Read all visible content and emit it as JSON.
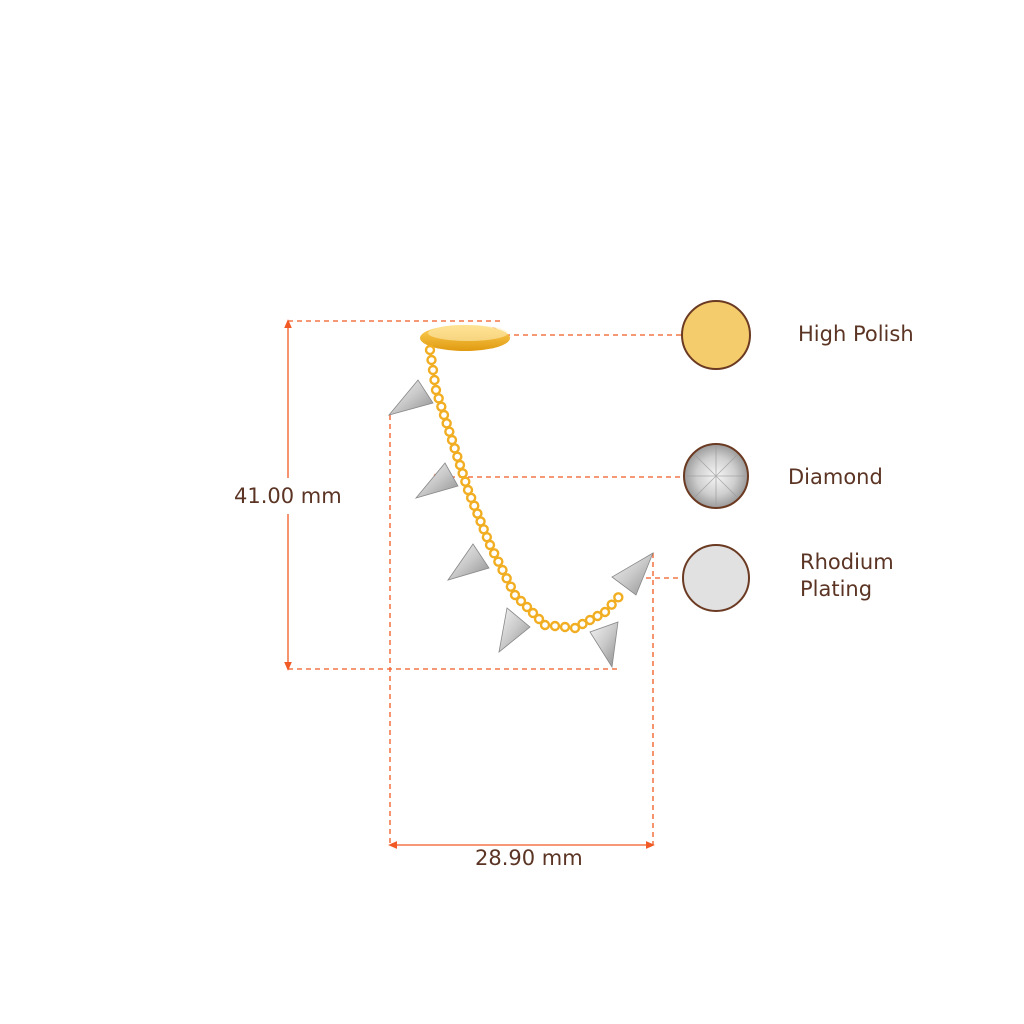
{
  "dimensions": {
    "height_label": "41.00 mm",
    "width_label": "28.90 mm"
  },
  "materials": [
    {
      "label": "High Polish",
      "swatch": "#f5cc6c"
    },
    {
      "label": "Diamond",
      "swatch": "#e8e8e8"
    },
    {
      "label_line1": "Rhodium",
      "label_line2": "Plating",
      "swatch": "#e1e1e1"
    }
  ],
  "colors": {
    "dimension_line": "#f15a24",
    "text": "#5b3424",
    "swatch_border": "#6b3a22",
    "gold": "#f4b52a",
    "silver": "#d8d8d8"
  }
}
